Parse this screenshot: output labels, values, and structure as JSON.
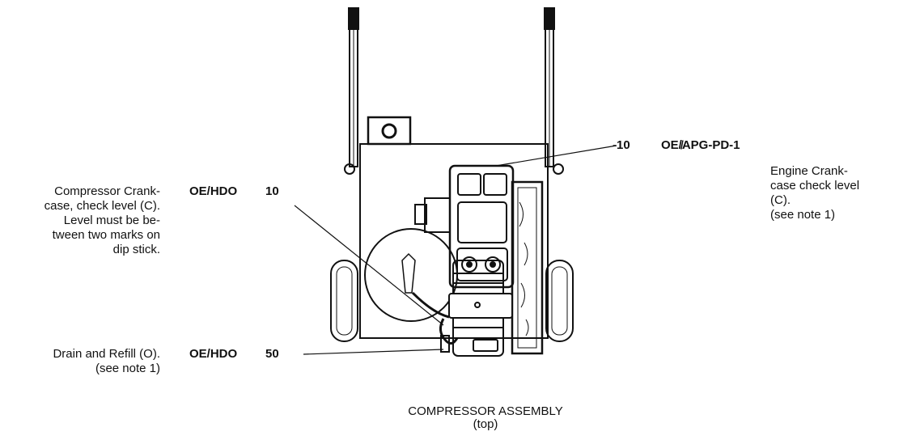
{
  "callouts": {
    "engine": {
      "number": "-10",
      "lubricant": "OE/̸APG-PD-1",
      "note": "Engine Crank-\ncase check level\n(C).\n(see note 1)"
    },
    "compressor_crankcase": {
      "note": "Compressor Crank-\ncase, check level (C).\nLevel must be be-\ntween two marks on\ndip stick.",
      "lubricant": "OE/HDO",
      "number": "10"
    },
    "drain": {
      "note": "Drain and Refill (O).\n(see note 1)",
      "lubricant": "OE/HDO",
      "number": "50"
    }
  },
  "caption": {
    "title": "COMPRESSOR ASSEMBLY",
    "subtitle": "(top)"
  }
}
